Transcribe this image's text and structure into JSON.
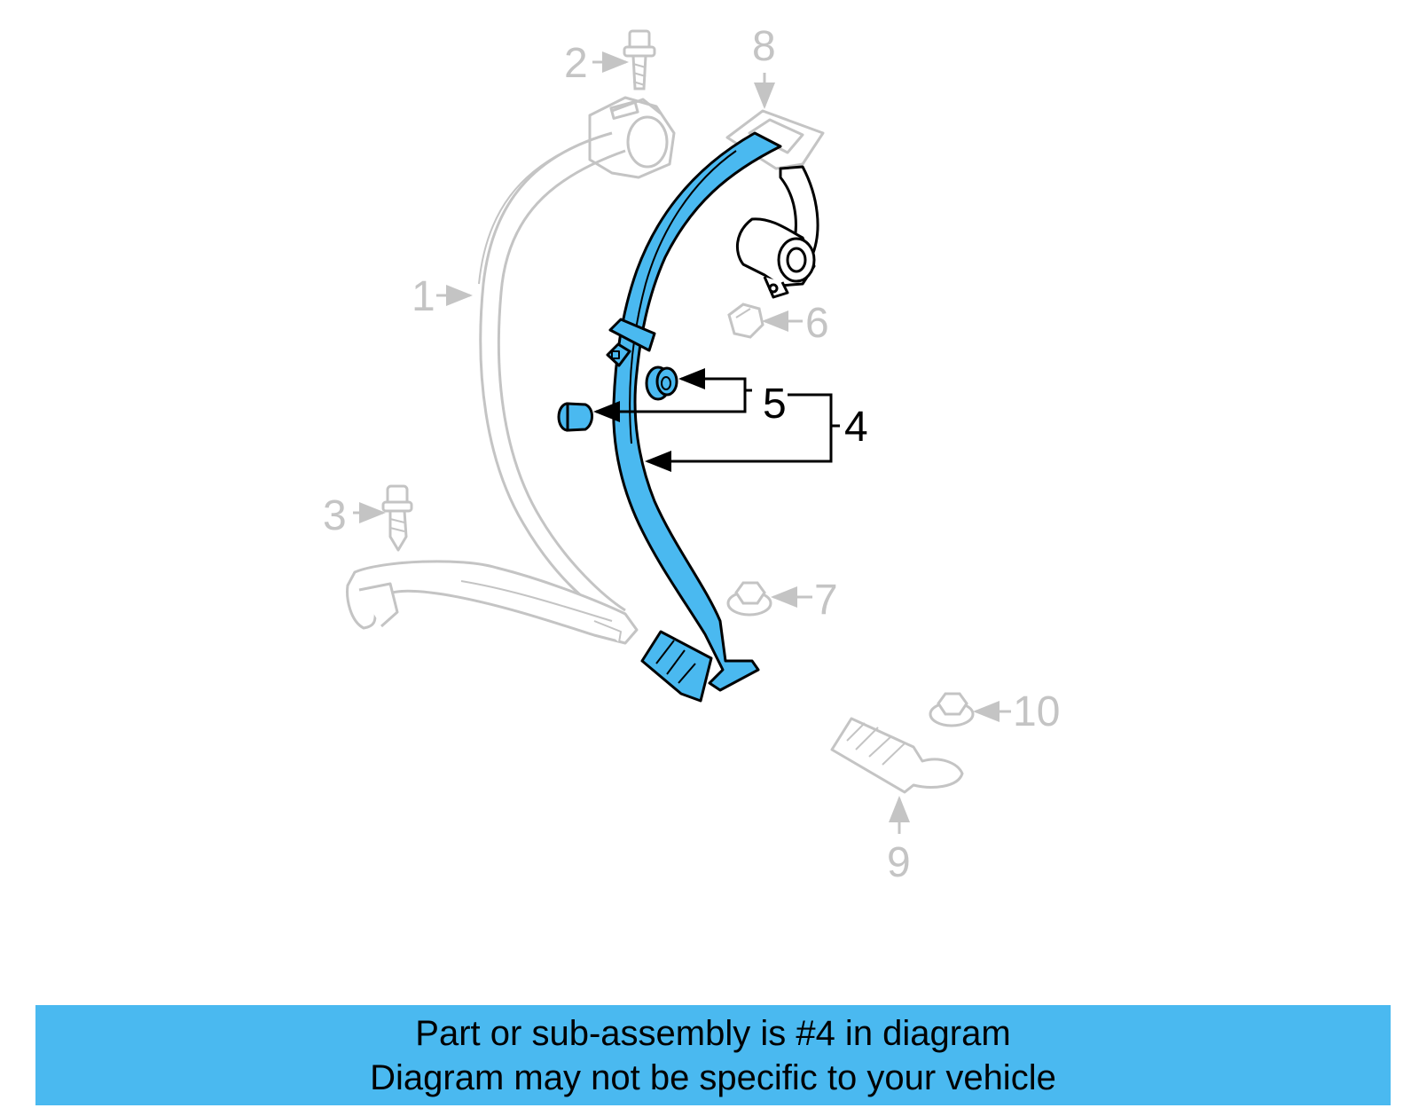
{
  "diagram": {
    "callouts": [
      {
        "id": "1",
        "label": "1",
        "highlighted": false
      },
      {
        "id": "2",
        "label": "2",
        "highlighted": false
      },
      {
        "id": "3",
        "label": "3",
        "highlighted": false
      },
      {
        "id": "4",
        "label": "4",
        "highlighted": true
      },
      {
        "id": "5",
        "label": "5",
        "highlighted": true
      },
      {
        "id": "6",
        "label": "6",
        "highlighted": false
      },
      {
        "id": "7",
        "label": "7",
        "highlighted": false
      },
      {
        "id": "8",
        "label": "8",
        "highlighted": false
      },
      {
        "id": "9",
        "label": "9",
        "highlighted": false
      },
      {
        "id": "10",
        "label": "10",
        "highlighted": false
      }
    ],
    "colors": {
      "highlight_fill": "#4ab9f0",
      "dim_stroke": "#c4c4c4",
      "active_stroke": "#000000",
      "banner_background": "#4ab9f0"
    }
  },
  "banner": {
    "line1": "Part or sub-assembly is #4 in diagram",
    "line2": "Diagram may not be specific to your vehicle"
  }
}
